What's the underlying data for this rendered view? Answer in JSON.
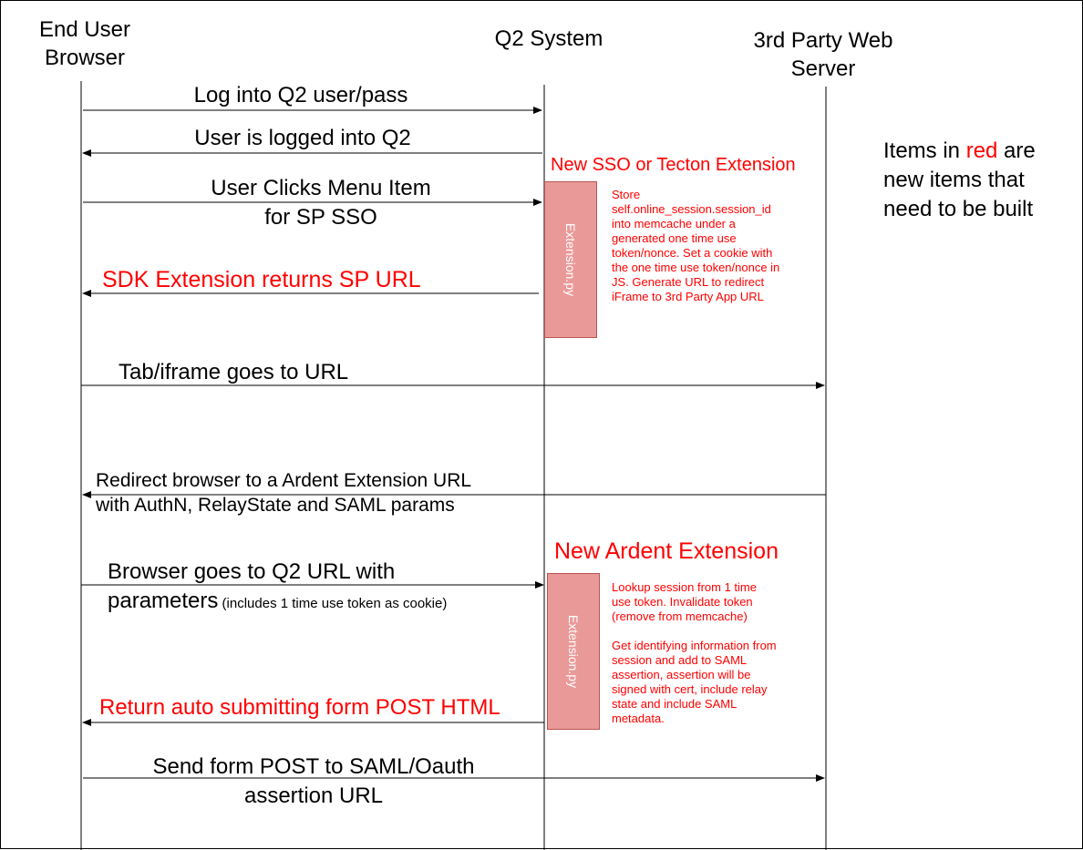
{
  "lanes": {
    "browser": "End User\nBrowser",
    "q2": "Q2 System",
    "third_party": "3rd Party Web\nServer"
  },
  "legend": {
    "prefix": "Items in ",
    "highlight": "red",
    "suffix": " are\nnew items that\nneed to be built"
  },
  "messages": {
    "m1": "Log into Q2 user/pass",
    "m2": "User is logged into Q2",
    "m3_line1": "User Clicks Menu Item",
    "m3_line2": "for SP SSO",
    "m4": "SDK Extension returns SP URL",
    "m5": "Tab/iframe goes to URL",
    "m6_line1": "Redirect browser to a Ardent Extension URL",
    "m6_line2": "with AuthN, RelayState and SAML params",
    "m7_line1": "Browser goes to Q2 URL with",
    "m7_line2": "parameters",
    "m7_small": " (includes 1 time use token as cookie)",
    "m8": "Return auto submitting form POST HTML",
    "m9_line1": "Send form POST to SAML/Oauth",
    "m9_line2": "assertion URL"
  },
  "extensions": {
    "sso": {
      "title": "New SSO or Tecton Extension",
      "box_label": "Extension.py",
      "note": "Store\nself.online_session.session_id\ninto memcache under a\ngenerated one time use\ntoken/nonce. Set a cookie with\nthe one time use token/nonce in\nJS. Generate URL to redirect\niFrame to 3rd Party App URL"
    },
    "ardent": {
      "title": "New Ardent Extension",
      "box_label": "Extension.py",
      "note": "Lookup session from 1 time\nuse token. Invalidate token\n(remove from memcache)\n\nGet identifying information from\nsession and add to SAML\nassertion, assertion will be\nsigned with cert, include relay\nstate and include SAML\nmetadata."
    }
  },
  "colors": {
    "new_item_red": "#ff0000",
    "extension_box": "#ea9999"
  }
}
